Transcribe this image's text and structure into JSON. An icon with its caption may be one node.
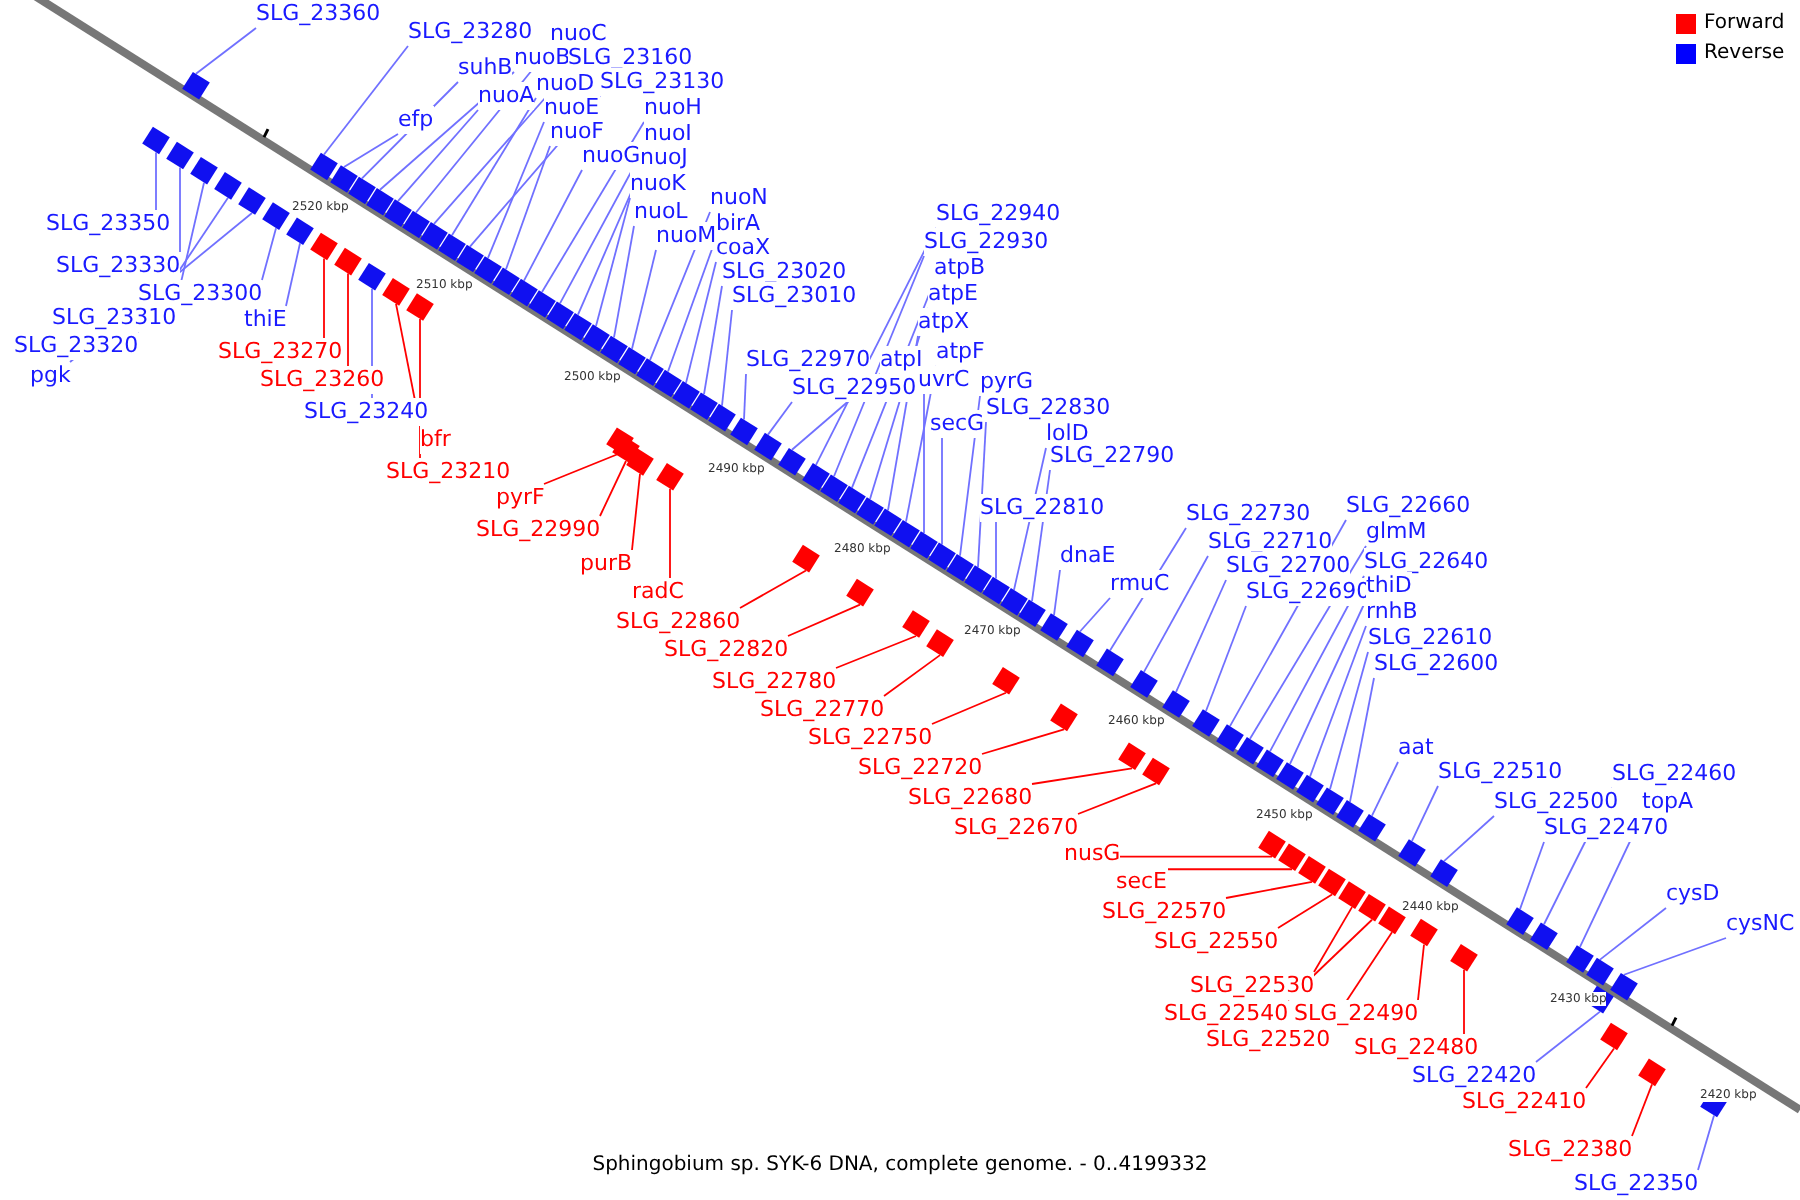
{
  "diagram": {
    "caption": "Sphingobium sp. SYK-6 DNA, complete genome. - 0..4199332",
    "nodes": [
      {
        "text": [
          "SLG_23360"
        ]
      },
      {
        "text": [
          "SLG_23280"
        ]
      },
      {
        "text": [
          "suhB"
        ]
      },
      {
        "text": [
          "nuoC"
        ]
      },
      {
        "text": [
          "nuoB"
        ]
      },
      {
        "text": [
          "SLG_23160"
        ]
      },
      {
        "text": [
          "nuoA"
        ]
      },
      {
        "text": [
          "nuoD"
        ]
      },
      {
        "text": [
          "SLG_23130"
        ]
      },
      {
        "text": [
          "efp"
        ]
      },
      {
        "text": [
          "nuoE"
        ]
      },
      {
        "text": [
          "nuoF"
        ]
      },
      {
        "text": [
          "nuoH"
        ]
      },
      {
        "text": [
          "nuoI"
        ]
      },
      {
        "text": [
          "nuoG"
        ]
      },
      {
        "text": [
          "nuoJ"
        ]
      },
      {
        "text": [
          "nuoK"
        ]
      },
      {
        "text": [
          "nuoL"
        ]
      },
      {
        "text": [
          "nuoM"
        ]
      },
      {
        "text": [
          "nuoN"
        ]
      },
      {
        "text": [
          "birA"
        ]
      },
      {
        "text": [
          "coaX"
        ]
      },
      {
        "text": [
          "SLG_23020"
        ]
      },
      {
        "text": [
          "SLG_23010"
        ]
      },
      {
        "text": [
          "SLG_22940"
        ]
      },
      {
        "text": [
          "SLG_22930"
        ]
      },
      {
        "text": [
          "atpB"
        ]
      },
      {
        "text": [
          "atpE"
        ]
      },
      {
        "text": [
          "atpX"
        ]
      },
      {
        "text": [
          "atpF"
        ]
      },
      {
        "text": [
          "SLG_22970"
        ]
      },
      {
        "text": [
          "atpI"
        ]
      },
      {
        "text": [
          "SLG_22950"
        ]
      },
      {
        "text": [
          "uvrC"
        ]
      },
      {
        "text": [
          "pyrG"
        ]
      },
      {
        "text": [
          "secG"
        ]
      },
      {
        "text": [
          "SLG_22830"
        ]
      },
      {
        "text": [
          "lolD"
        ]
      },
      {
        "text": [
          "SLG_22790"
        ]
      },
      {
        "text": [
          "SLG_22810"
        ]
      },
      {
        "text": [
          "dnaE"
        ]
      },
      {
        "text": [
          "rmuC"
        ]
      },
      {
        "text": [
          "SLG_22730"
        ]
      },
      {
        "text": [
          "SLG_22710"
        ]
      },
      {
        "text": [
          "SLG_22700"
        ]
      },
      {
        "text": [
          "SLG_22690"
        ]
      },
      {
        "text": [
          "SLG_22660"
        ]
      },
      {
        "text": [
          "glmM"
        ]
      },
      {
        "text": [
          "SLG_22640"
        ]
      },
      {
        "text": [
          "thiD"
        ]
      },
      {
        "text": [
          "rnhB"
        ]
      },
      {
        "text": [
          "SLG_22610"
        ]
      },
      {
        "text": [
          "SLG_22600"
        ]
      },
      {
        "text": [
          "aat"
        ]
      },
      {
        "text": [
          "SLG_22510"
        ]
      },
      {
        "text": [
          "SLG_22500"
        ]
      },
      {
        "text": [
          "SLG_22460"
        ]
      },
      {
        "text": [
          "topA"
        ]
      },
      {
        "text": [
          "SLG_22470"
        ]
      },
      {
        "text": [
          "cysD"
        ]
      },
      {
        "text": [
          "cysNC"
        ]
      },
      {
        "text": [
          "SLG_23350"
        ]
      },
      {
        "text": [
          "SLG_23330"
        ]
      },
      {
        "text": [
          "SLG_23300"
        ]
      },
      {
        "text": [
          "SLG_23310"
        ]
      },
      {
        "text": [
          "SLG_23320"
        ]
      },
      {
        "text": [
          "pgk"
        ]
      },
      {
        "text": [
          "thiE"
        ]
      },
      {
        "text": [
          "SLG_23240"
        ]
      },
      {
        "text": [
          "SLG_23270"
        ]
      },
      {
        "text": [
          "SLG_23260"
        ]
      },
      {
        "text": [
          "bfr"
        ]
      },
      {
        "text": [
          "SLG_23210"
        ]
      },
      {
        "text": [
          "pyrF"
        ]
      },
      {
        "text": [
          "SLG_22990"
        ]
      },
      {
        "text": [
          "purB"
        ]
      },
      {
        "text": [
          "radC"
        ]
      },
      {
        "text": [
          "SLG_22860"
        ]
      },
      {
        "text": [
          "SLG_22820"
        ]
      },
      {
        "text": [
          "SLG_22780"
        ]
      },
      {
        "text": [
          "SLG_22770"
        ]
      },
      {
        "text": [
          "SLG_22750"
        ]
      },
      {
        "text": [
          "SLG_22720"
        ]
      },
      {
        "text": [
          "SLG_22680"
        ]
      },
      {
        "text": [
          "SLG_22670"
        ]
      },
      {
        "text": [
          "nusG"
        ]
      },
      {
        "text": [
          "secE"
        ]
      },
      {
        "text": [
          "SLG_22570"
        ]
      },
      {
        "text": [
          "SLG_22550"
        ]
      },
      {
        "text": [
          "SLG_22530"
        ]
      },
      {
        "text": [
          "SLG_22540"
        ]
      },
      {
        "text": [
          "SLG_22490"
        ]
      },
      {
        "text": [
          "SLG_22520"
        ]
      },
      {
        "text": [
          "SLG_22480"
        ]
      },
      {
        "text": [
          "SLG_22410"
        ]
      },
      {
        "text": [
          "SLG_22380"
        ]
      },
      {
        "text": [
          "SLG_22420"
        ]
      },
      {
        "text": [
          "SLG_22350"
        ]
      },
      {
        "text": [],
        "shape": "bar"
      },
      {
        "text": [],
        "shape": "bar"
      },
      {
        "text": [],
        "shape": "bar"
      },
      {
        "text": [],
        "shape": "bar"
      },
      {
        "text": [],
        "shape": "bar"
      },
      {
        "text": [],
        "shape": "bar"
      },
      {
        "text": [],
        "shape": "bar"
      },
      {
        "text": [],
        "shape": "bar"
      },
      {
        "text": [],
        "shape": "bar"
      },
      {
        "text": [],
        "shape": "bar"
      },
      {
        "text": [],
        "shape": "bar"
      },
      {
        "text": [],
        "shape": "bar"
      },
      {
        "text": [],
        "shape": "bar"
      },
      {
        "text": [],
        "shape": "bar"
      },
      {
        "text": [],
        "shape": "bar"
      },
      {
        "text": [],
        "shape": "bar"
      },
      {
        "text": [],
        "shape": "bar"
      },
      {
        "text": [],
        "shape": "bar"
      },
      {
        "text": [],
        "shape": "bar"
      },
      {
        "text": [],
        "shape": "bar"
      },
      {
        "text": [],
        "shape": "bar"
      },
      {
        "text": [],
        "shape": "bar"
      },
      {
        "text": [],
        "shape": "bar"
      },
      {
        "text": [],
        "shape": "bar"
      },
      {
        "text": [],
        "shape": "bar"
      },
      {
        "text": [],
        "shape": "bar"
      },
      {
        "text": [],
        "shape": "bar"
      },
      {
        "text": [],
        "shape": "bar"
      },
      {
        "text": [],
        "shape": "bar"
      },
      {
        "text": [],
        "shape": "bar"
      },
      {
        "text": [],
        "shape": "bar"
      },
      {
        "text": [],
        "shape": "bar"
      },
      {
        "text": [],
        "shape": "bar"
      },
      {
        "text": [],
        "shape": "bar"
      },
      {
        "text": [],
        "shape": "bar"
      },
      {
        "text": [],
        "shape": "bar"
      },
      {
        "text": [],
        "shape": "bar"
      },
      {
        "text": [],
        "shape": "bar"
      },
      {
        "text": [],
        "shape": "bar"
      },
      {
        "text": [],
        "shape": "bar"
      },
      {
        "text": [],
        "shape": "bar"
      },
      {
        "text": [],
        "shape": "bar"
      },
      {
        "text": [],
        "shape": "bar"
      },
      {
        "text": [],
        "shape": "bar"
      },
      {
        "text": [],
        "shape": "bar"
      },
      {
        "text": [],
        "shape": "bar"
      },
      {
        "text": [],
        "shape": "bar"
      },
      {
        "text": [],
        "shape": "bar"
      },
      {
        "text": [],
        "shape": "bar"
      },
      {
        "text": [],
        "shape": "bar"
      },
      {
        "text": [],
        "shape": "bar"
      },
      {
        "text": [],
        "shape": "bar"
      },
      {
        "text": [],
        "shape": "bar"
      },
      {
        "text": [],
        "shape": "bar"
      },
      {
        "text": [],
        "shape": "bar"
      },
      {
        "text": [],
        "shape": "bar"
      },
      {
        "text": [],
        "shape": "bar"
      },
      {
        "text": [],
        "shape": "bar"
      },
      {
        "text": [],
        "shape": "bar"
      },
      {
        "text": [],
        "shape": "bar"
      },
      {
        "text": [],
        "shape": "bar"
      },
      {
        "text": [],
        "shape": "bar"
      },
      {
        "text": [],
        "shape": "bar"
      },
      {
        "text": [],
        "shape": "bar"
      },
      {
        "text": [],
        "shape": "bar"
      },
      {
        "text": [],
        "shape": "bar"
      },
      {
        "text": [],
        "shape": "bar"
      },
      {
        "text": [],
        "shape": "bar"
      },
      {
        "text": [],
        "shape": "bar"
      },
      {
        "text": [],
        "shape": "bar"
      },
      {
        "text": [],
        "shape": "bar"
      },
      {
        "text": [],
        "shape": "bar"
      },
      {
        "text": [],
        "shape": "bar"
      },
      {
        "text": [],
        "shape": "bar"
      },
      {
        "text": [],
        "shape": "bar"
      },
      {
        "text": [],
        "shape": "bar"
      },
      {
        "text": [],
        "shape": "bar"
      },
      {
        "text": [],
        "shape": "bar"
      },
      {
        "text": [],
        "shape": "bar"
      },
      {
        "text": [],
        "shape": "bar"
      },
      {
        "text": [],
        "shape": "bar"
      },
      {
        "text": [],
        "shape": "bar"
      },
      {
        "text": [],
        "shape": "bar"
      },
      {
        "text": [],
        "shape": "bar"
      },
      {
        "text": [],
        "shape": "bar"
      },
      {
        "text": [],
        "shape": "bar"
      },
      {
        "text": [],
        "shape": "bar"
      },
      {
        "text": [],
        "shape": "bar"
      },
      {
        "text": [],
        "shape": "bar"
      },
      {
        "text": [],
        "shape": "bar"
      },
      {
        "text": [],
        "shape": "bar"
      },
      {
        "text": [],
        "shape": "bar"
      },
      {
        "text": [],
        "shape": "bar"
      },
      {
        "text": [],
        "shape": "bar"
      },
      {
        "text": [],
        "shape": "bar"
      },
      {
        "text": [],
        "shape": "bar"
      },
      {
        "text": [],
        "shape": "bar"
      },
      {
        "text": [],
        "shape": "bar"
      }
    ],
    "edges": [
      {
        "from": 0,
        "to": 98,
        "arrow": "none"
      },
      {
        "from": 1,
        "to": 99,
        "arrow": "none"
      },
      {
        "from": 2,
        "to": 100,
        "arrow": "none"
      },
      {
        "from": 3,
        "to": 101,
        "arrow": "none"
      },
      {
        "from": 4,
        "to": 102,
        "arrow": "none"
      },
      {
        "from": 5,
        "to": 103,
        "arrow": "none"
      },
      {
        "from": 6,
        "to": 104,
        "arrow": "none"
      },
      {
        "from": 7,
        "to": 105,
        "arrow": "none"
      },
      {
        "from": 8,
        "to": 106,
        "arrow": "none"
      },
      {
        "from": 9,
        "to": 107,
        "arrow": "none"
      },
      {
        "from": 10,
        "to": 108,
        "arrow": "none"
      },
      {
        "from": 11,
        "to": 109,
        "arrow": "none"
      },
      {
        "from": 12,
        "to": 110,
        "arrow": "none"
      },
      {
        "from": 13,
        "to": 111,
        "arrow": "none"
      },
      {
        "from": 14,
        "to": 112,
        "arrow": "none"
      },
      {
        "from": 15,
        "to": 113,
        "arrow": "none"
      },
      {
        "from": 16,
        "to": 114,
        "arrow": "none"
      },
      {
        "from": 17,
        "to": 115,
        "arrow": "none"
      },
      {
        "from": 18,
        "to": 116,
        "arrow": "none"
      },
      {
        "from": 19,
        "to": 117,
        "arrow": "none"
      },
      {
        "from": 20,
        "to": 118,
        "arrow": "none"
      },
      {
        "from": 21,
        "to": 119,
        "arrow": "none"
      },
      {
        "from": 22,
        "to": 120,
        "arrow": "none"
      },
      {
        "from": 23,
        "to": 121,
        "arrow": "none"
      },
      {
        "from": 24,
        "to": 122,
        "arrow": "none"
      },
      {
        "from": 25,
        "to": 123,
        "arrow": "none"
      },
      {
        "from": 26,
        "to": 124,
        "arrow": "none"
      },
      {
        "from": 27,
        "to": 125,
        "arrow": "none"
      },
      {
        "from": 28,
        "to": 126,
        "arrow": "none"
      },
      {
        "from": 29,
        "to": 127,
        "arrow": "none"
      },
      {
        "from": 30,
        "to": 128,
        "arrow": "none"
      },
      {
        "from": 31,
        "to": 129,
        "arrow": "none"
      },
      {
        "from": 32,
        "to": 130,
        "arrow": "none"
      },
      {
        "from": 33,
        "to": 131,
        "arrow": "none"
      },
      {
        "from": 34,
        "to": 132,
        "arrow": "none"
      },
      {
        "from": 35,
        "to": 133,
        "arrow": "none"
      },
      {
        "from": 36,
        "to": 134,
        "arrow": "none"
      },
      {
        "from": 37,
        "to": 135,
        "arrow": "none"
      },
      {
        "from": 38,
        "to": 136,
        "arrow": "none"
      },
      {
        "from": 39,
        "to": 137,
        "arrow": "none"
      },
      {
        "from": 40,
        "to": 138,
        "arrow": "none"
      },
      {
        "from": 41,
        "to": 139,
        "arrow": "none"
      },
      {
        "from": 42,
        "to": 140,
        "arrow": "none"
      },
      {
        "from": 43,
        "to": 141,
        "arrow": "none"
      },
      {
        "from": 44,
        "to": 142,
        "arrow": "none"
      },
      {
        "from": 45,
        "to": 143,
        "arrow": "none"
      },
      {
        "from": 46,
        "to": 144,
        "arrow": "none"
      },
      {
        "from": 47,
        "to": 145,
        "arrow": "none"
      },
      {
        "from": 48,
        "to": 146,
        "arrow": "none"
      },
      {
        "from": 49,
        "to": 147,
        "arrow": "none"
      },
      {
        "from": 50,
        "to": 148,
        "arrow": "none"
      },
      {
        "from": 51,
        "to": 149,
        "arrow": "none"
      },
      {
        "from": 52,
        "to": 150,
        "arrow": "none"
      },
      {
        "from": 53,
        "to": 151,
        "arrow": "none"
      },
      {
        "from": 54,
        "to": 152,
        "arrow": "none"
      },
      {
        "from": 55,
        "to": 153,
        "arrow": "none"
      },
      {
        "from": 56,
        "to": 154,
        "arrow": "none"
      },
      {
        "from": 57,
        "to": 155,
        "arrow": "none"
      },
      {
        "from": 58,
        "to": 156,
        "arrow": "none"
      },
      {
        "from": 59,
        "to": 157,
        "arrow": "none"
      },
      {
        "from": 60,
        "to": 158,
        "arrow": "none"
      },
      {
        "from": 61,
        "to": 159,
        "arrow": "none"
      },
      {
        "from": 62,
        "to": 160,
        "arrow": "none"
      },
      {
        "from": 63,
        "to": 161,
        "arrow": "none"
      },
      {
        "from": 64,
        "to": 162,
        "arrow": "none"
      },
      {
        "from": 65,
        "to": 163,
        "arrow": "none"
      },
      {
        "from": 66,
        "to": 164,
        "arrow": "none"
      },
      {
        "from": 67,
        "to": 165,
        "arrow": "none"
      },
      {
        "from": 68,
        "to": 166,
        "arrow": "none"
      },
      {
        "from": 69,
        "to": 167,
        "arrow": "none",
        "color": "#ff0000"
      },
      {
        "from": 70,
        "to": 168,
        "arrow": "none",
        "color": "#ff0000"
      },
      {
        "from": 71,
        "to": 169,
        "arrow": "none",
        "color": "#ff0000"
      },
      {
        "from": 72,
        "to": 170,
        "arrow": "none",
        "color": "#ff0000"
      },
      {
        "from": 73,
        "to": 171,
        "arrow": "none",
        "color": "#ff0000"
      },
      {
        "from": 74,
        "to": 172,
        "arrow": "none",
        "color": "#ff0000"
      },
      {
        "from": 75,
        "to": 173,
        "arrow": "none",
        "color": "#ff0000"
      },
      {
        "from": 76,
        "to": 174,
        "arrow": "none",
        "color": "#ff0000"
      },
      {
        "from": 77,
        "to": 175,
        "arrow": "none",
        "color": "#ff0000"
      },
      {
        "from": 78,
        "to": 176,
        "arrow": "none",
        "color": "#ff0000"
      },
      {
        "from": 79,
        "to": 177,
        "arrow": "none",
        "color": "#ff0000"
      },
      {
        "from": 80,
        "to": 178,
        "arrow": "none",
        "color": "#ff0000"
      },
      {
        "from": 81,
        "to": 179,
        "arrow": "none",
        "color": "#ff0000"
      },
      {
        "from": 82,
        "to": 180,
        "arrow": "none",
        "color": "#ff0000"
      },
      {
        "from": 83,
        "to": 181,
        "arrow": "none",
        "color": "#ff0000"
      },
      {
        "from": 84,
        "to": 182,
        "arrow": "none",
        "color": "#ff0000"
      },
      {
        "from": 85,
        "to": 183,
        "arrow": "none",
        "color": "#ff0000"
      },
      {
        "from": 86,
        "to": 184,
        "arrow": "none",
        "color": "#ff0000"
      },
      {
        "from": 87,
        "to": 185,
        "arrow": "none",
        "color": "#ff0000"
      },
      {
        "from": 88,
        "to": 186,
        "arrow": "none",
        "color": "#ff0000"
      },
      {
        "from": 89,
        "to": 187,
        "arrow": "none",
        "color": "#ff0000"
      },
      {
        "from": 90,
        "to": 188,
        "arrow": "none",
        "color": "#ff0000"
      },
      {
        "from": 91,
        "to": 189,
        "arrow": "none",
        "color": "#ff0000"
      },
      {
        "from": 92,
        "to": 190,
        "arrow": "none",
        "color": "#ff0000"
      },
      {
        "from": 93,
        "to": 191,
        "arrow": "none",
        "color": "#ff0000"
      },
      {
        "from": 94,
        "to": 192,
        "arrow": "none",
        "color": "#ff0000"
      },
      {
        "from": 95,
        "to": 193,
        "arrow": "none",
        "color": "#ff0000"
      },
      {
        "from": 96,
        "to": 194,
        "arrow": "none"
      },
      {
        "from": 97,
        "to": 195,
        "arrow": "none"
      }
    ],
    "labels": [
      "2520 kbp",
      "2510 kbp",
      "2500 kbp",
      "2490 kbp",
      "2480 kbp",
      "2470 kbp",
      "2460 kbp",
      "2450 kbp",
      "2440 kbp",
      "2430 kbp",
      "2420 kbp"
    ],
    "legend": [
      {
        "text": "Forward",
        "color": "#ff0000"
      },
      {
        "text": "Reverse",
        "color": "#0000ff"
      }
    ]
  }
}
